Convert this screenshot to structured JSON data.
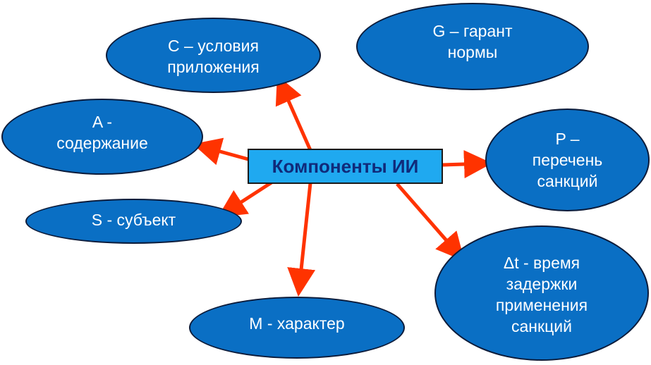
{
  "center": {
    "label": "Компоненты ИИ"
  },
  "nodes": {
    "c": {
      "label": "C – условия\nприложения"
    },
    "g": {
      "label": "G – гарант\nнормы"
    },
    "a": {
      "label": "A -\nсодержание"
    },
    "p": {
      "label": "P –\nперечень\nсанкций"
    },
    "s": {
      "label": "S - субъект"
    },
    "dt": {
      "label": "Δt  - время\nзадержки\nприменения\nсанкций"
    },
    "m": {
      "label": "M - характер"
    }
  },
  "colors": {
    "node_fill": "#0a6fc4",
    "node_border": "#0b1b3a",
    "center_fill": "#1fa9f0",
    "center_text": "#102a7a",
    "arrow": "#ff3300"
  }
}
